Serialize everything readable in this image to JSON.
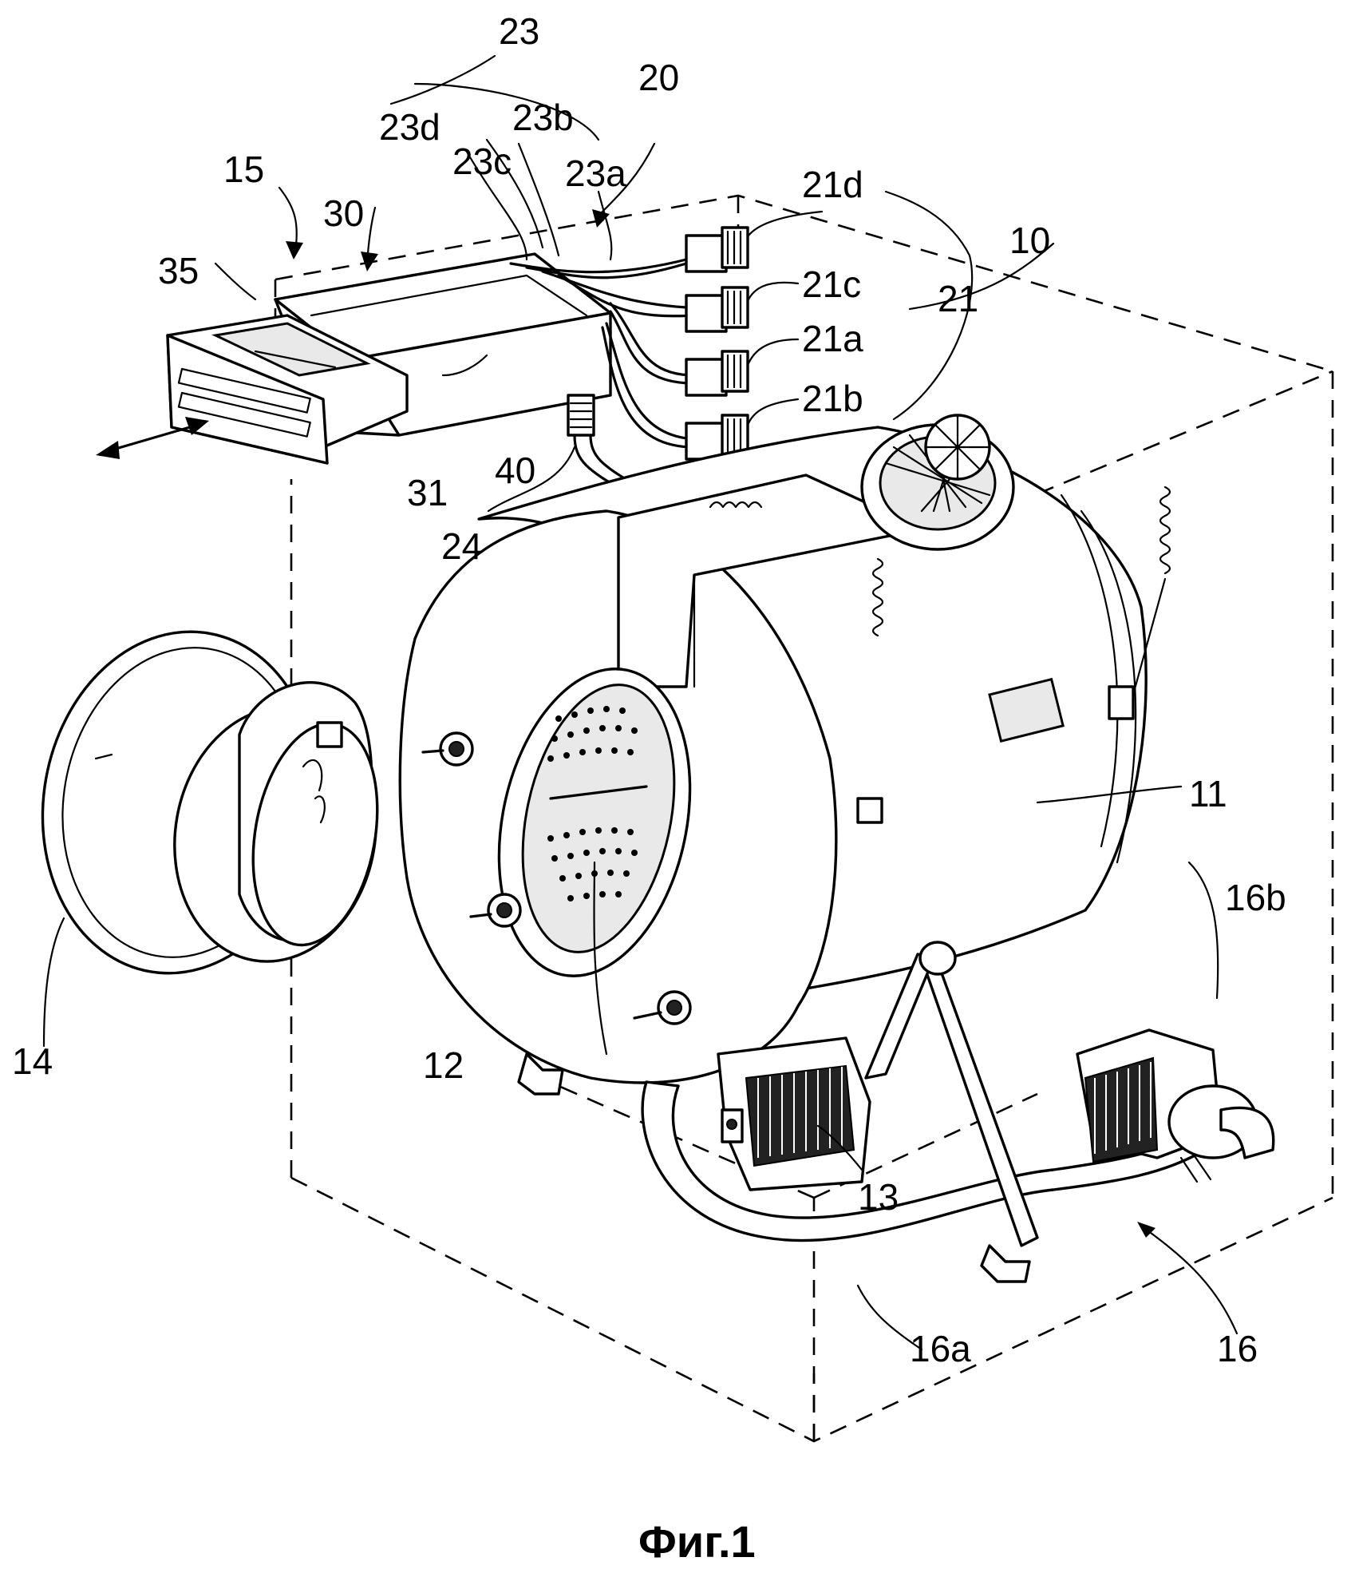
{
  "figure": {
    "caption": "Фиг.1"
  },
  "labels": {
    "l10": "10",
    "l11": "11",
    "l12": "12",
    "l13": "13",
    "l14": "14",
    "l15": "15",
    "l16": "16",
    "l16a": "16a",
    "l16b": "16b",
    "l20": "20",
    "l21": "21",
    "l21a": "21a",
    "l21b": "21b",
    "l21c": "21c",
    "l21d": "21d",
    "l23": "23",
    "l23a": "23a",
    "l23b": "23b",
    "l23c": "23c",
    "l23d": "23d",
    "l24": "24",
    "l30": "30",
    "l31": "31",
    "l35": "35",
    "l40": "40"
  }
}
